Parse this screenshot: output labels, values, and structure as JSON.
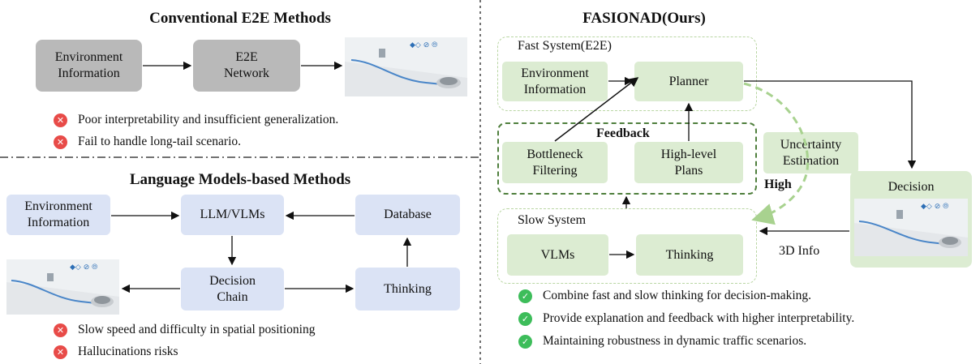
{
  "left_top": {
    "title": "Conventional E2E Methods",
    "boxes": {
      "env": "Environment\nInformation",
      "e2e": "E2E\nNetwork"
    },
    "bullets": [
      "Poor interpretability and insufficient generalization.",
      "Fail to handle long-tail scenario."
    ]
  },
  "left_bottom": {
    "title": "Language Models-based Methods",
    "boxes": {
      "env": "Environment\nInformation",
      "llm": "LLM/VLMs",
      "database": "Database",
      "decision_chain": "Decision\nChain",
      "thinking": "Thinking"
    },
    "bullets": [
      "Slow speed and difficulty in spatial positioning",
      "Hallucinations risks"
    ]
  },
  "right": {
    "title": "FASIONAD(Ours)",
    "fast_system_label": "Fast System(E2E)",
    "slow_system_label": "Slow System",
    "feedback_label": "Feedback",
    "high_label": "High",
    "info_3d_label": "3D Info",
    "boxes": {
      "env": "Environment\nInformation",
      "planner": "Planner",
      "bottleneck": "Bottleneck\nFiltering",
      "high_level": "High-level\nPlans",
      "uncertainty": "Uncertainty\nEstimation",
      "decision": "Decision",
      "vlms": "VLMs",
      "thinking": "Thinking"
    },
    "bullets": [
      "Combine fast and slow thinking for decision-making.",
      "Provide explanation and feedback with higher interpretability.",
      "Maintaining robustness in dynamic traffic scenarios."
    ]
  },
  "icons": {
    "cross": "✕",
    "check": "✓"
  }
}
